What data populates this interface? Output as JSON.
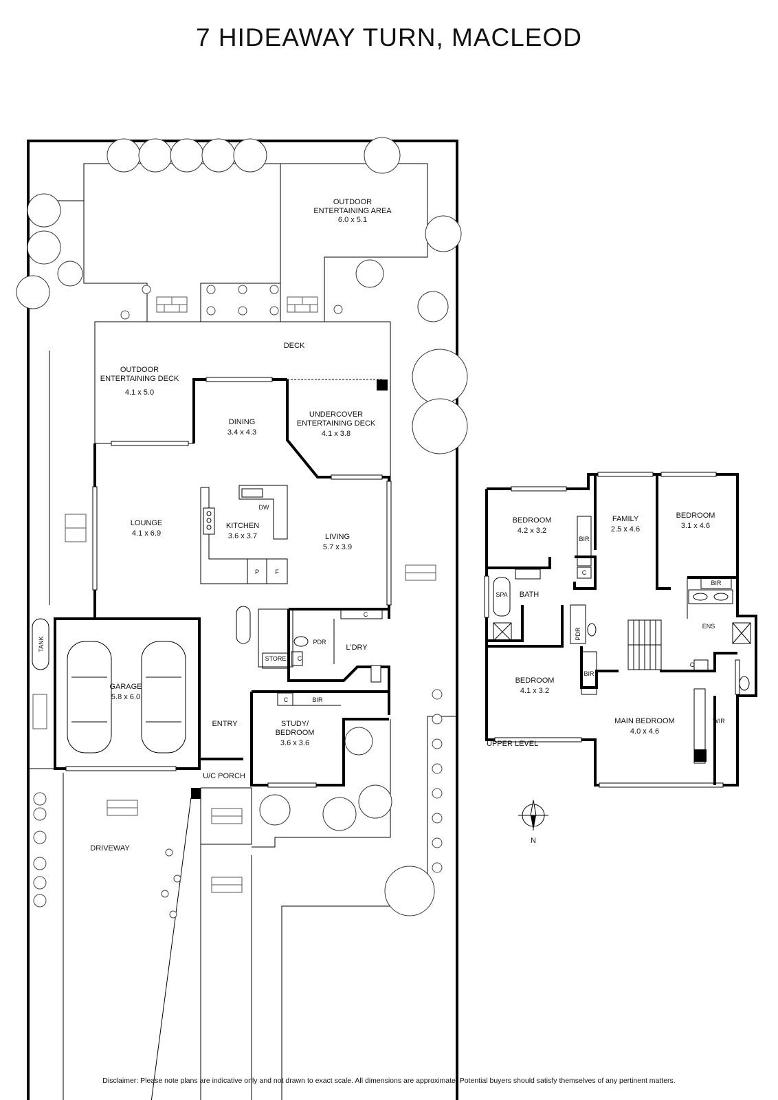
{
  "title": "7 HIDEAWAY TURN, MACLEOD",
  "disclaimer": "Disclaimer: Please note plans are indicative only and not drawn to exact scale. All dimensions are approximate. Potential buyers should satisfy themselves of any pertinent matters.",
  "compass": {
    "label": "N"
  },
  "ground_floor": {
    "outdoor_area": {
      "name": "OUTDOOR\nENTERTAINING AREA",
      "dims": "6.0 x 5.1"
    },
    "deck": {
      "name": "DECK"
    },
    "outdoor_deck": {
      "name": "OUTDOOR\nENTERTAINING DECK",
      "dims": "4.1 x 5.0"
    },
    "dining": {
      "name": "DINING",
      "dims": "3.4 x 4.3"
    },
    "undercover_deck": {
      "name": "UNDERCOVER\nENTERTAINING DECK",
      "dims": "4.1 x 3.8"
    },
    "lounge": {
      "name": "LOUNGE",
      "dims": "4.1 x 6.9"
    },
    "kitchen": {
      "name": "KITCHEN",
      "dims": "3.6 x 3.7",
      "dw": "DW",
      "p": "P",
      "f": "F"
    },
    "living": {
      "name": "LIVING",
      "dims": "5.7 x 3.9"
    },
    "garage": {
      "name": "GARAGE",
      "dims": "5.8 x 6.0"
    },
    "tank": "TANK",
    "pdr": "PDR",
    "store": "STORE",
    "c_store": "C",
    "c_laundry": "C",
    "laundry": "L'DRY",
    "bir_study": "BIR",
    "c_study": "C",
    "entry": "ENTRY",
    "study": {
      "name": "STUDY/\nBEDROOM",
      "dims": "3.6 x 3.6"
    },
    "porch": "U/C PORCH",
    "driveway": "DRIVEWAY"
  },
  "upper_floor": {
    "level_label": "UPPER LEVEL",
    "bedroom_a": {
      "name": "BEDROOM",
      "dims": "4.2 x 3.2"
    },
    "bir_a": "BIR",
    "c_a": "C",
    "family": {
      "name": "FAMILY",
      "dims": "2.5 x 4.6"
    },
    "bedroom_b": {
      "name": "BEDROOM",
      "dims": "3.1 x 4.6"
    },
    "bir_b": "BIR",
    "spa": "SPA",
    "bath": "BATH",
    "pdr": "PDR",
    "ens": "ENS",
    "c_stair": "C",
    "bedroom_c": {
      "name": "BEDROOM",
      "dims": "4.1 x 3.2"
    },
    "bir_c": "BIR",
    "main_bedroom": {
      "name": "MAIN  BEDROOM",
      "dims": "4.0 x 4.6"
    },
    "wir": "WIR"
  }
}
